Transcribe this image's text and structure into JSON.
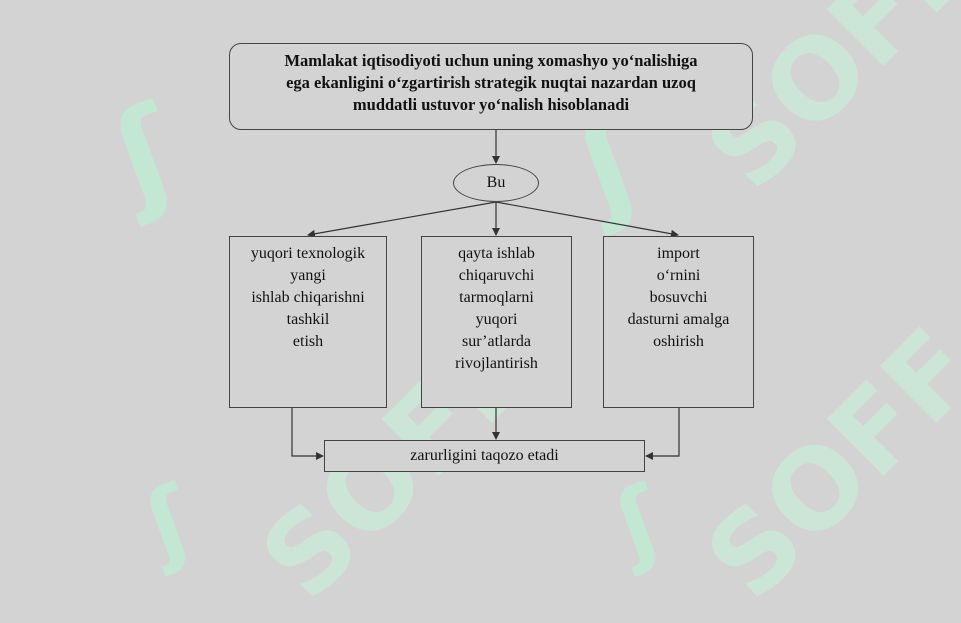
{
  "watermark": {
    "text": "SOFF",
    "color": "#bfeed3"
  },
  "diagram": {
    "top_box": "Mamlakat iqtisodiyoti uchun uning xomashyo yoʻnalishiga\nega ekanligini oʻzgartirish strategik nuqtai nazardan uzoq\nmuddatli ustuvor yoʻnalish hisoblanadi",
    "connector": "Bu",
    "branches": [
      "yuqori texnologik\nyangi\nishlab chiqarishni\ntashkil\netish",
      "qayta ishlab\nchiqaruvchi\ntarmoqlarni\nyuqori\nsur’atlarda\nrivojlantirish",
      "import\noʻrnini\nbosuvchi\ndasturni amalga\noshirish"
    ],
    "result": "zarurligini taqozo etadi"
  }
}
